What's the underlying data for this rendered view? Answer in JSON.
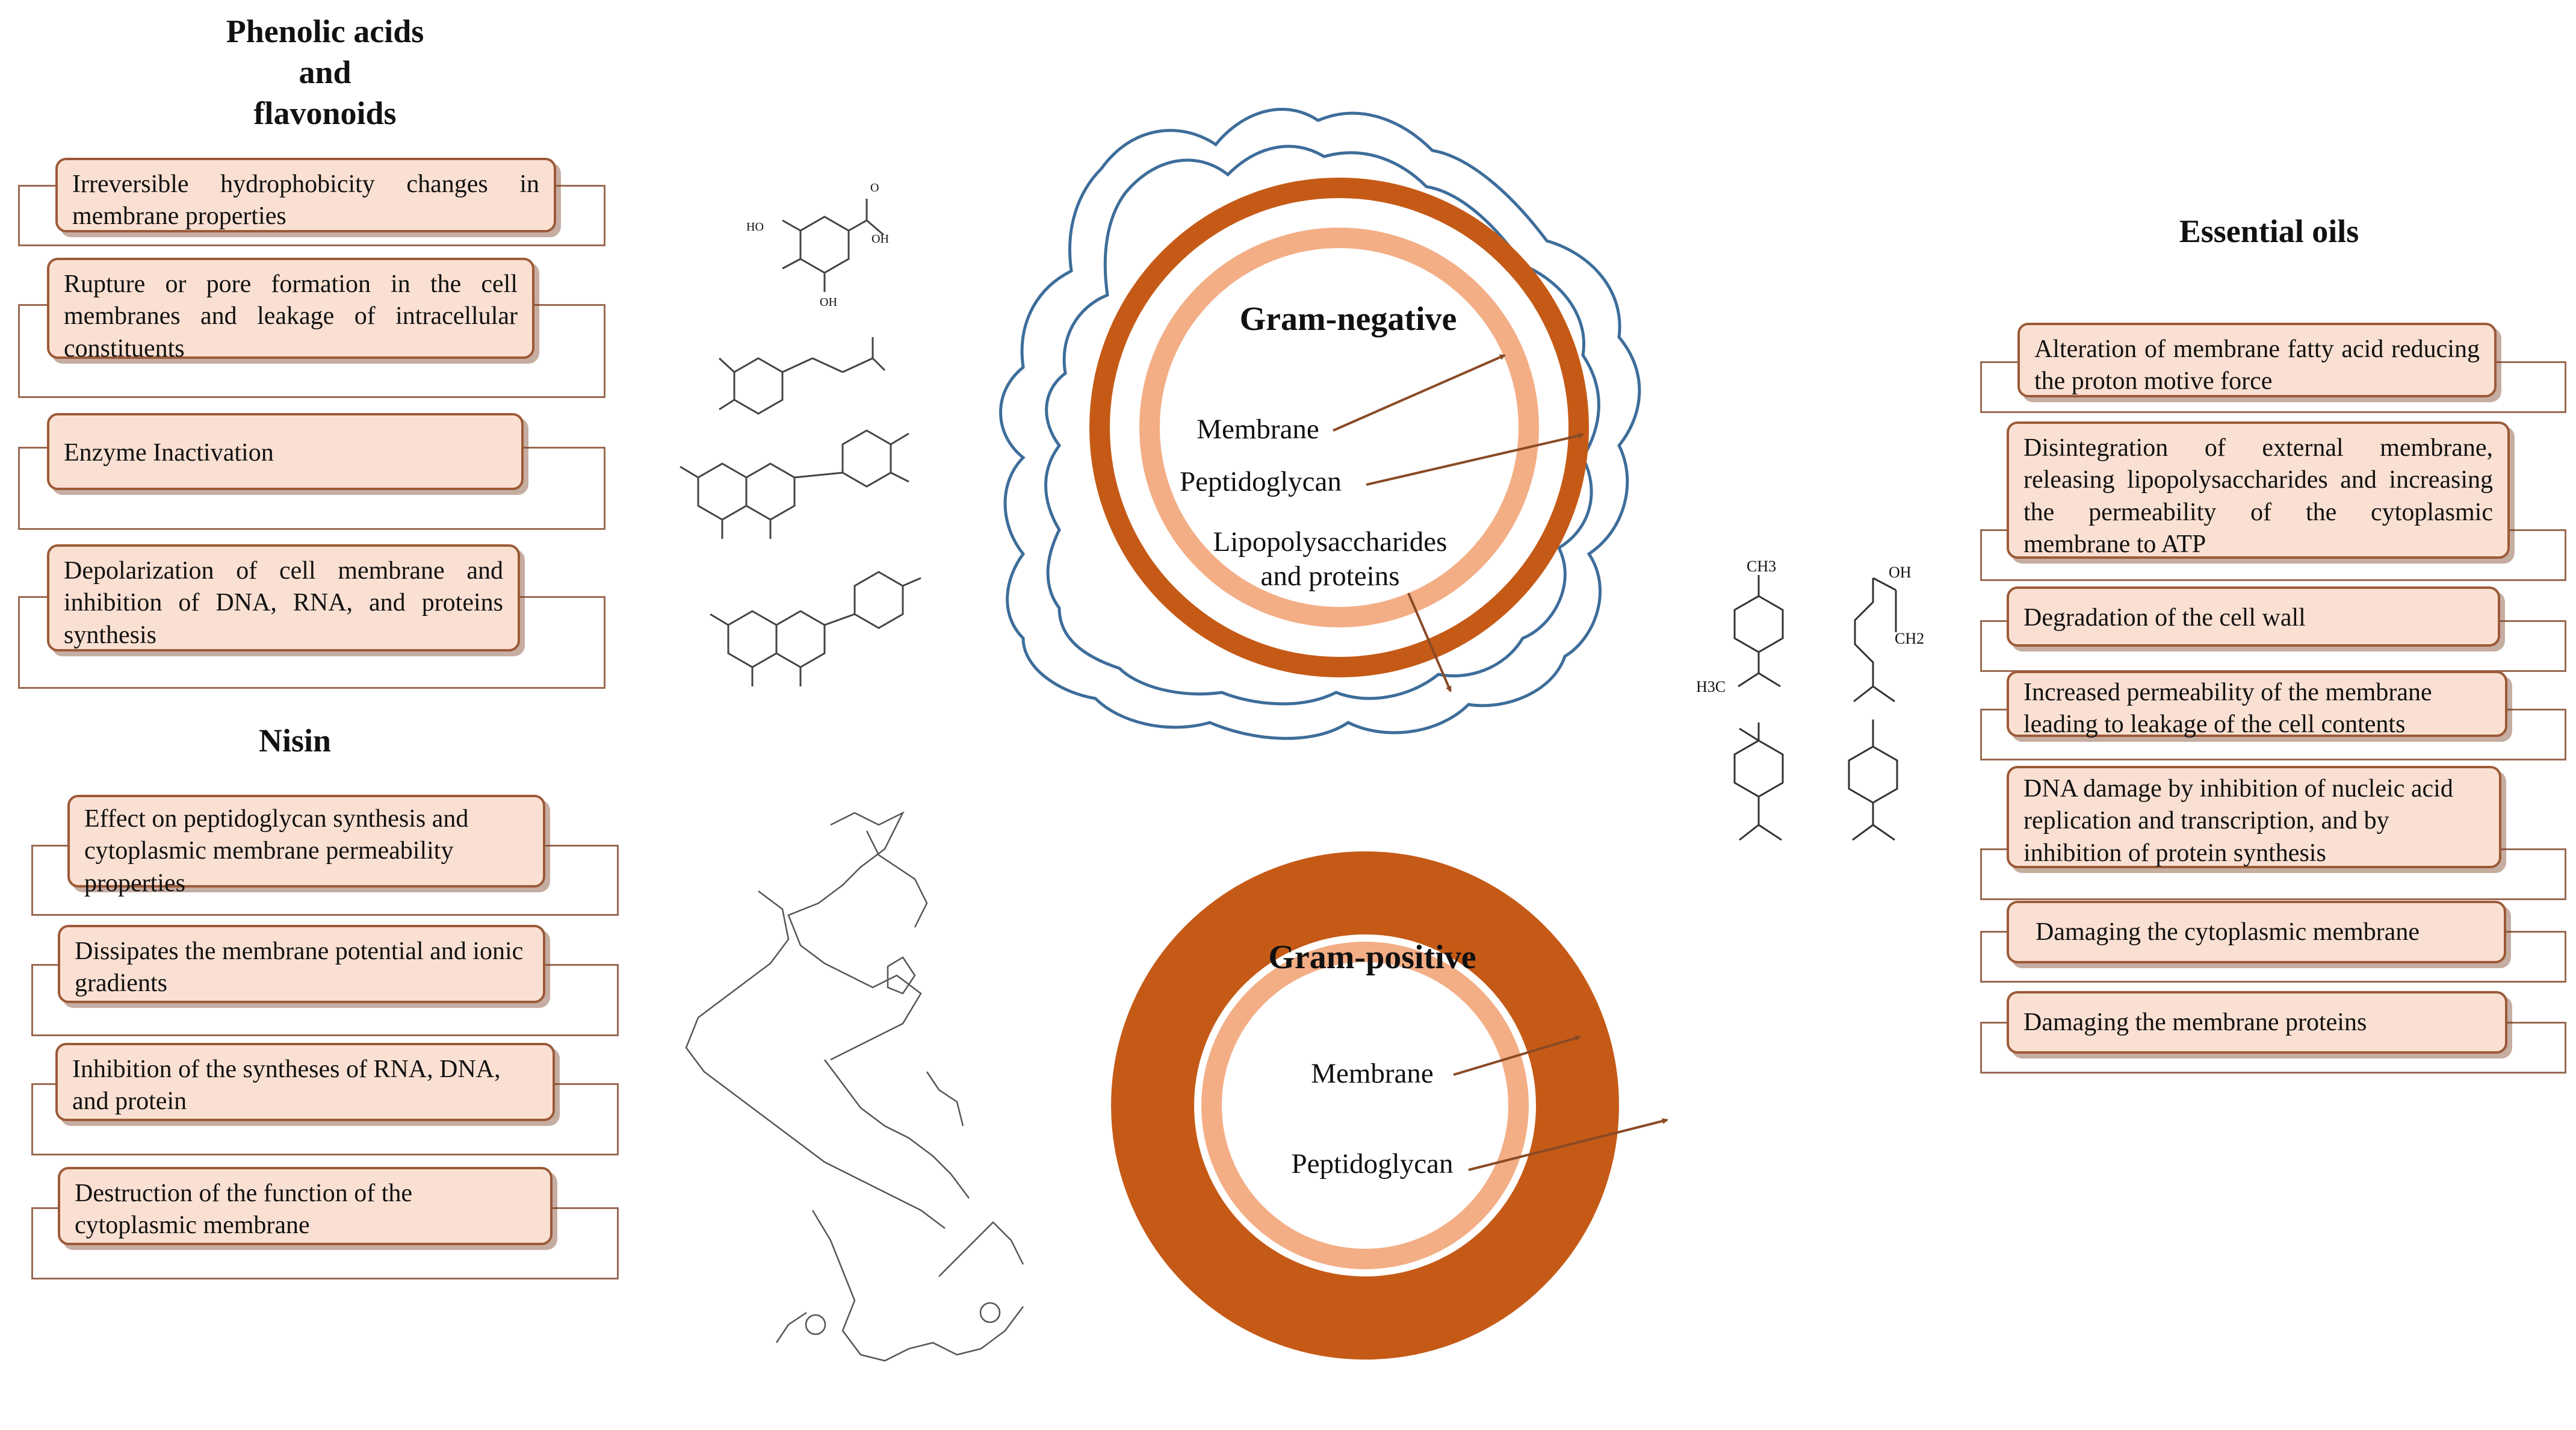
{
  "phenolic": {
    "title": "Phenolic acids\nand\nflavonoids",
    "boxes": [
      "Irreversible hydrophobicity changes in membrane properties",
      "Rupture or pore formation in the cell membranes and leakage of intracellular constituents",
      "Enzyme Inactivation",
      "Depolarization of cell membrane and inhibition of DNA, RNA, and proteins synthesis"
    ]
  },
  "nisin": {
    "title": "Nisin",
    "boxes": [
      "Effect on peptidoglycan synthesis and cytoplasmic membrane permeability properties",
      "Dissipates the membrane potential and ionic gradients",
      "Inhibition of the syntheses of RNA, DNA, and protein",
      "Destruction of the function of the cytoplasmic membrane"
    ]
  },
  "essential_oils": {
    "title": "Essential oils",
    "boxes": [
      "Alteration of membrane fatty acid reducing the proton motive force",
      "Disintegration of external membrane, releasing lipopolysaccharides and increasing the permeability of the cytoplasmic membrane to ATP",
      "Degradation of the cell wall",
      "Increased permeability of the membrane leading to leakage of the cell contents",
      "DNA damage by inhibition of nucleic acid replication and transcription, and by inhibition of protein synthesis",
      "Damaging the cytoplasmic membrane",
      "Damaging the membrane proteins"
    ]
  },
  "gram_negative": {
    "title": "Gram-negative",
    "membrane": "Membrane",
    "peptidoglycan": "Peptidoglycan",
    "lps": "Lipopolysaccharides\nand proteins"
  },
  "gram_positive": {
    "title": "Gram-positive",
    "membrane": "Membrane",
    "peptidoglycan": "Peptidoglycan"
  },
  "molecules": {
    "phenolic_atoms": [
      "HO",
      "OH",
      "O",
      "OH"
    ],
    "terpene_atoms": [
      "CH3",
      "H3C",
      "CH2",
      "OH"
    ]
  },
  "colors": {
    "wall": "#c55a17",
    "membrane": "#f3ae86",
    "box_fill": "#fae0d2",
    "box_border": "#9c5a38",
    "outer_membrane": "#3d6d9a"
  }
}
